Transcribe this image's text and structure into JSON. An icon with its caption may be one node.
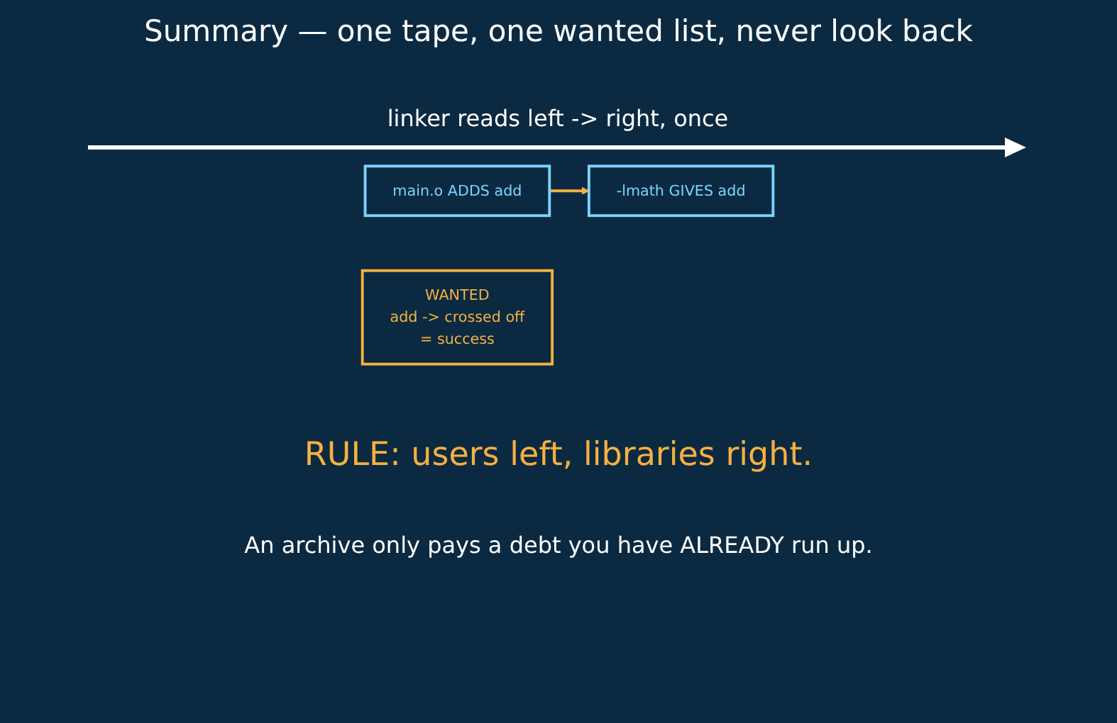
{
  "diagram": {
    "title": "Summary — one tape, one wanted list, never look back",
    "nodes": [
      {
        "text": [
          "main.o ADDS add"
        ]
      },
      {
        "text": [
          "-lmath GIVES add"
        ]
      },
      {
        "text": [
          "WANTED",
          "add -> crossed off",
          "= success"
        ]
      }
    ],
    "edges": [
      {
        "from": 0,
        "to": 1,
        "arrow": "to",
        "color": "#f5b041"
      }
    ],
    "labels": [
      "linker reads left -> right, once",
      "RULE: users left, libraries right.",
      "An archive only pays a debt you have ALREADY run up."
    ]
  }
}
